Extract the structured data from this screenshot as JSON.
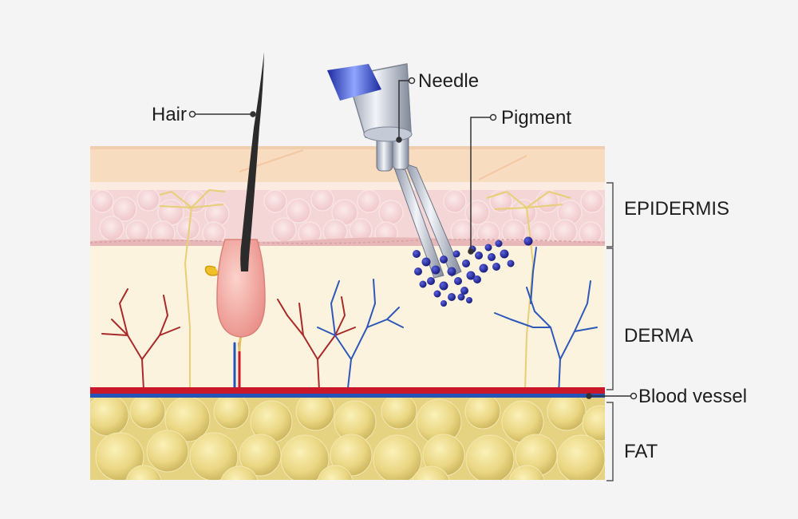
{
  "labels": {
    "hair": "Hair",
    "needle": "Needle",
    "pigment": "Pigment",
    "epidermis": "EPIDERMIS",
    "derma": "DERMA",
    "blood_vessel": "Blood vessel",
    "fat": "FAT"
  },
  "colors": {
    "background": "#f4f4f4",
    "surface_layer": "#f7dcc0",
    "epidermis": "#f4d6d6",
    "derma": "#fbf3de",
    "fat": "#e8d57f",
    "artery": "#c8182a",
    "vein": "#2355b8",
    "pigment": "#1c1f9c",
    "hair": "#2b2b2b",
    "follicle": "#f4a69c"
  }
}
